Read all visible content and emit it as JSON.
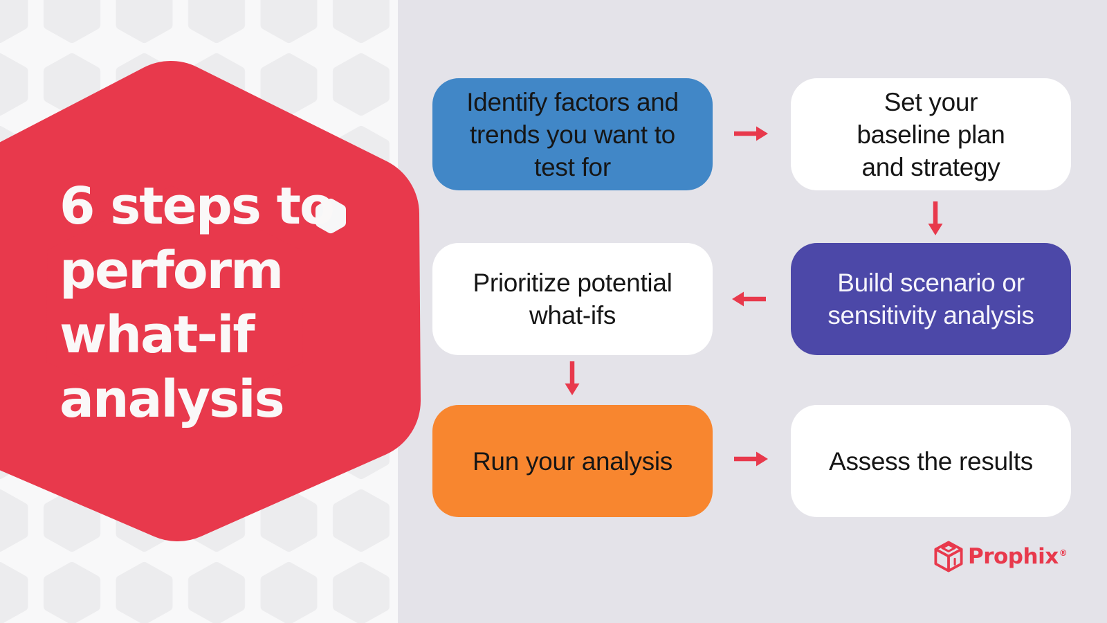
{
  "page": {
    "left_background": "#F8F8F9",
    "left_pattern_hexagon_color": "#ECECEE",
    "right_background": "#E4E3E9"
  },
  "title": {
    "lines": [
      "6 steps to",
      "perform",
      "what-if",
      "analysis"
    ],
    "full_text": "6 steps to perform what-if analysis",
    "text_color": "#FAF8F8",
    "hexagon_color": "#E8394C"
  },
  "steps": [
    {
      "order": 1,
      "label": "Identify factors and trends you want to test for",
      "lines": [
        "Identify factors and",
        "trends you want to",
        "test for"
      ],
      "color": "#4187C7",
      "text_color": "#161616"
    },
    {
      "order": 2,
      "label": "Set your baseline plan and strategy",
      "lines": [
        "Set your",
        "baseline plan",
        "and strategy"
      ],
      "color": "#FFFFFF",
      "text_color": "#161616"
    },
    {
      "order": 3,
      "label": "Build scenario or sensitivity analysis",
      "lines": [
        "Build scenario or",
        "sensitivity analysis"
      ],
      "color": "#4C48A8",
      "text_color": "#F5F4FB"
    },
    {
      "order": 4,
      "label": "Prioritize potential what-ifs",
      "lines": [
        "Prioritize potential",
        "what-ifs"
      ],
      "color": "#FFFFFF",
      "text_color": "#161616"
    },
    {
      "order": 5,
      "label": "Run your analysis",
      "lines": [
        "Run your analysis"
      ],
      "color": "#F8862F",
      "text_color": "#161616"
    },
    {
      "order": 6,
      "label": "Assess the results",
      "lines": [
        "Assess the results"
      ],
      "color": "#FFFFFF",
      "text_color": "#161616"
    }
  ],
  "arrows": {
    "color": "#E8394C",
    "connections": [
      "step1-to-step2-right",
      "step2-to-step3-down",
      "step3-to-step4-left",
      "step4-to-step5-down",
      "step5-to-step6-right"
    ]
  },
  "logo": {
    "brand": "Prophix",
    "registered_mark": "®",
    "color": "#E8394C"
  }
}
